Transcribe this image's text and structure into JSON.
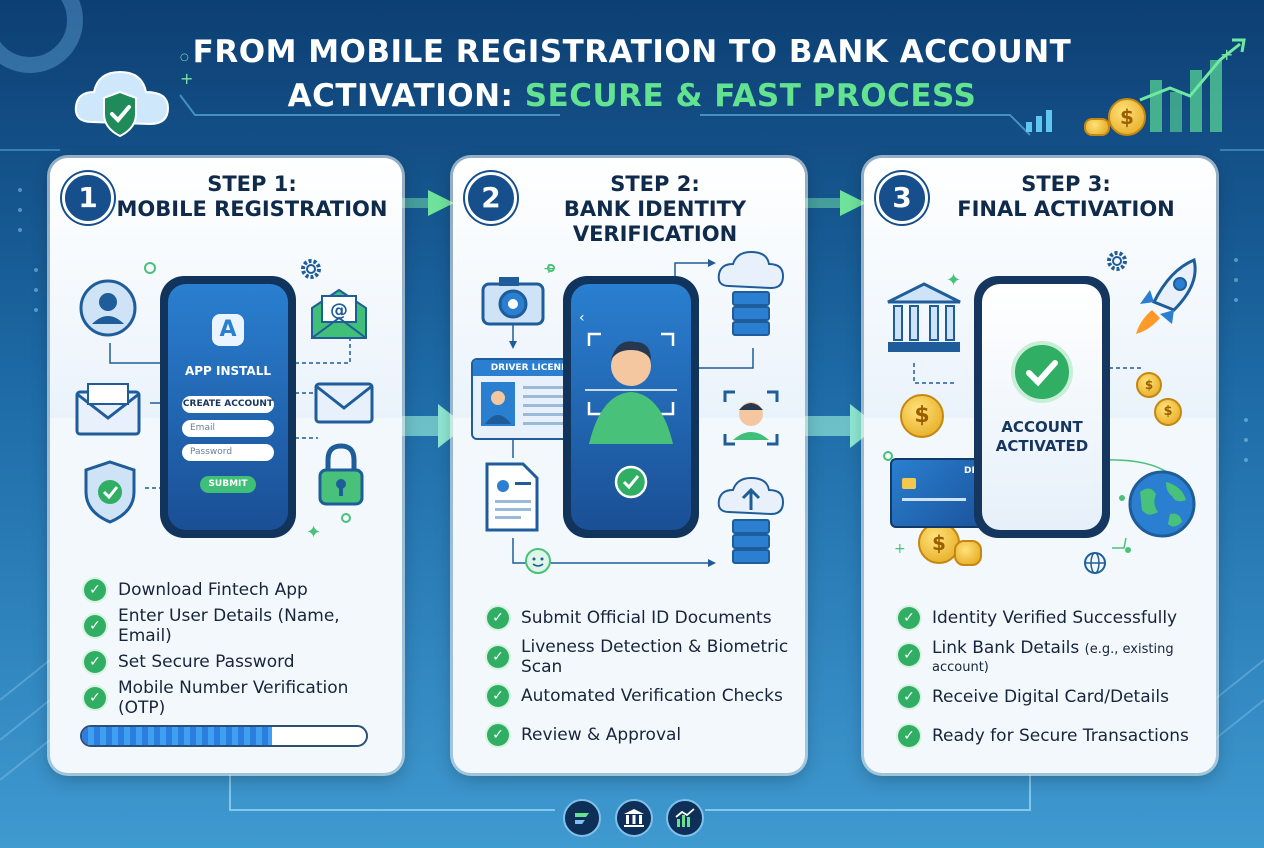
{
  "title": {
    "line1": "FROM MOBILE REGISTRATION TO BANK ACCOUNT",
    "line2_prefix": "ACTIVATION: ",
    "line2_highlight": "SECURE & FAST PROCESS"
  },
  "colors": {
    "navy": "#164f8c",
    "green_accent": "#63e28f",
    "check_green": "#2fae64"
  },
  "steps": [
    {
      "number": "1",
      "title_line1": "STEP 1:",
      "title_line2": "MOBILE REGISTRATION",
      "phone": {
        "app_label": "APP INSTALL",
        "form_title": "CREATE ACCOUNT",
        "email_placeholder": "Email",
        "password_placeholder": "Password",
        "submit_label": "SUBMIT"
      },
      "items": [
        "Download Fintech App",
        "Enter User Details (Name, Email)",
        "Set Secure Password",
        "Mobile Number Verification (OTP)"
      ],
      "progress": 0.67
    },
    {
      "number": "2",
      "title_line1": "STEP 2:",
      "title_line2": "BANK IDENTITY",
      "title_line3": "VERIFICATION",
      "license_label": "DRIVER LICENEE",
      "items": [
        "Submit Official ID Documents",
        "Liveness Detection & Biometric Scan",
        "Automated Verification Checks",
        "Review & Approval"
      ]
    },
    {
      "number": "3",
      "title_line1": "STEP 3:",
      "title_line2": "FINAL ACTIVATION",
      "phone": {
        "status_line1": "ACCOUNT",
        "status_line2": "ACTIVATED"
      },
      "card_label": "DEBIT",
      "items": [
        "Identity Verified Successfully",
        "Link Bank Details",
        "Receive Digital Card/Details",
        "Ready for Secure Transactions"
      ],
      "item2_note": "(e.g., existing",
      "item2_note_cont": "account)"
    }
  ],
  "icons": {
    "header": [
      "cloud-shield-icon",
      "bar-chart-icon",
      "coin-icon"
    ],
    "bottom": [
      "fintech-logo-icon",
      "bank-icon",
      "growth-chart-icon"
    ]
  }
}
